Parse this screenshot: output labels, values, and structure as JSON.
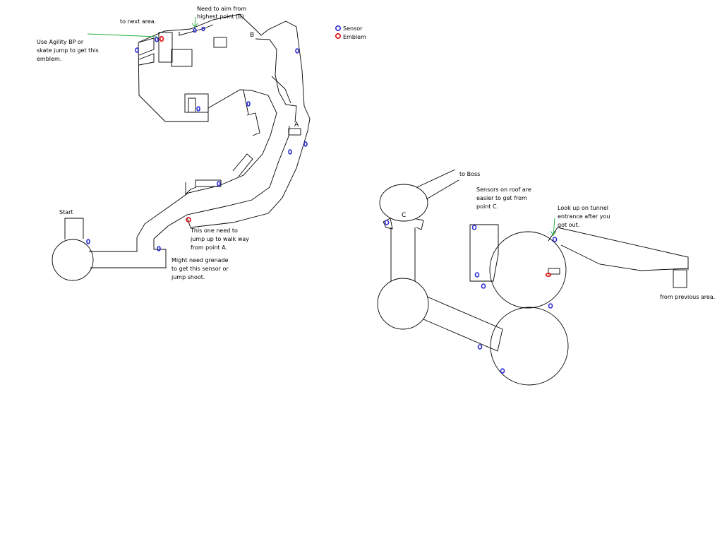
{
  "legend": {
    "sensor_label": "Sensor",
    "emblem_label": "Emblem",
    "sensor_color": "#2b2bd6",
    "emblem_color": "#e02020",
    "arrow_color": "#1fae3d"
  },
  "left_map": {
    "start_label": "Start",
    "to_next_area": "to next area.",
    "point_a": "A",
    "point_b": "B",
    "note_emblem_agility": [
      "Use Agility BP or",
      "skate jump to get this",
      "emblem."
    ],
    "note_aim_highest": [
      "Need to aim from",
      "highest point (B)"
    ],
    "note_jump_walkway": [
      "This one need to",
      "jump up to walk way",
      "from point A."
    ],
    "note_grenade": [
      "Might need grenade",
      "to get this sensor or",
      "jump shoot."
    ]
  },
  "right_map": {
    "to_boss": "to Boss",
    "point_c": "C",
    "note_roof": [
      "Sensors on roof are",
      "easier to get from",
      "point C."
    ],
    "note_tunnel": [
      "Look up on tunnel",
      "entrance after you",
      "got out."
    ],
    "from_previous": "from previous area."
  }
}
